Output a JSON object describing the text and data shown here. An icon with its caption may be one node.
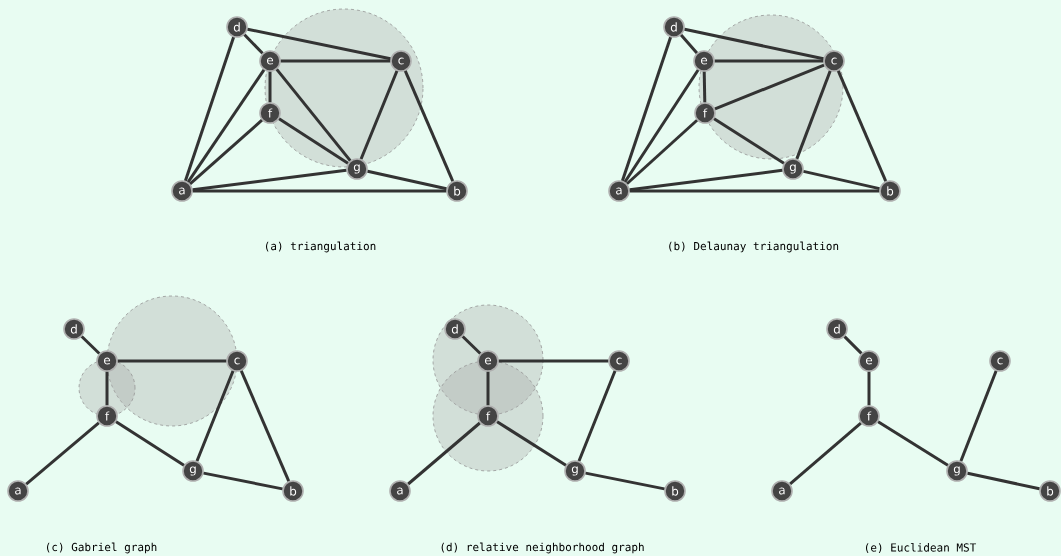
{
  "diagram": {
    "nodes": [
      {
        "text": [
          "d"
        ]
      },
      {
        "text": [
          "e"
        ]
      },
      {
        "text": [
          "c"
        ]
      },
      {
        "text": [
          "f"
        ]
      },
      {
        "text": [
          "g"
        ]
      },
      {
        "text": [
          "a"
        ]
      },
      {
        "text": [
          "b"
        ]
      },
      {
        "text": [
          "d"
        ]
      },
      {
        "text": [
          "e"
        ]
      },
      {
        "text": [
          "c"
        ]
      },
      {
        "text": [
          "f"
        ]
      },
      {
        "text": [
          "g"
        ]
      },
      {
        "text": [
          "a"
        ]
      },
      {
        "text": [
          "b"
        ]
      },
      {
        "text": [
          "d"
        ]
      },
      {
        "text": [
          "e"
        ]
      },
      {
        "text": [
          "c"
        ]
      },
      {
        "text": [
          "f"
        ]
      },
      {
        "text": [
          "g"
        ]
      },
      {
        "text": [
          "a"
        ]
      },
      {
        "text": [
          "b"
        ]
      },
      {
        "text": [
          "d"
        ]
      },
      {
        "text": [
          "e"
        ]
      },
      {
        "text": [
          "c"
        ]
      },
      {
        "text": [
          "f"
        ]
      },
      {
        "text": [
          "g"
        ]
      },
      {
        "text": [
          "a"
        ]
      },
      {
        "text": [
          "b"
        ]
      },
      {
        "text": [
          "d"
        ]
      },
      {
        "text": [
          "e"
        ]
      },
      {
        "text": [
          "c"
        ]
      },
      {
        "text": [
          "f"
        ]
      },
      {
        "text": [
          "g"
        ]
      },
      {
        "text": [
          "a"
        ]
      },
      {
        "text": [
          "b"
        ]
      }
    ],
    "edges": [
      {
        "from": 0,
        "to": 1,
        "arrow": "none"
      },
      {
        "from": 0,
        "to": 2,
        "arrow": "none"
      },
      {
        "from": 0,
        "to": 5,
        "arrow": "none"
      },
      {
        "from": 1,
        "to": 2,
        "arrow": "none"
      },
      {
        "from": 1,
        "to": 3,
        "arrow": "none"
      },
      {
        "from": 1,
        "to": 5,
        "arrow": "none"
      },
      {
        "from": 1,
        "to": 4,
        "arrow": "none"
      },
      {
        "from": 3,
        "to": 5,
        "arrow": "none"
      },
      {
        "from": 3,
        "to": 4,
        "arrow": "none"
      },
      {
        "from": 2,
        "to": 4,
        "arrow": "none"
      },
      {
        "from": 2,
        "to": 6,
        "arrow": "none"
      },
      {
        "from": 4,
        "to": 5,
        "arrow": "none"
      },
      {
        "from": 4,
        "to": 6,
        "arrow": "none"
      },
      {
        "from": 5,
        "to": 6,
        "arrow": "none"
      },
      {
        "from": 7,
        "to": 8,
        "arrow": "none"
      },
      {
        "from": 7,
        "to": 9,
        "arrow": "none"
      },
      {
        "from": 7,
        "to": 12,
        "arrow": "none"
      },
      {
        "from": 8,
        "to": 9,
        "arrow": "none"
      },
      {
        "from": 8,
        "to": 10,
        "arrow": "none"
      },
      {
        "from": 8,
        "to": 12,
        "arrow": "none"
      },
      {
        "from": 10,
        "to": 9,
        "arrow": "none"
      },
      {
        "from": 10,
        "to": 12,
        "arrow": "none"
      },
      {
        "from": 10,
        "to": 11,
        "arrow": "none"
      },
      {
        "from": 9,
        "to": 11,
        "arrow": "none"
      },
      {
        "from": 9,
        "to": 13,
        "arrow": "none"
      },
      {
        "from": 11,
        "to": 12,
        "arrow": "none"
      },
      {
        "from": 11,
        "to": 13,
        "arrow": "none"
      },
      {
        "from": 12,
        "to": 13,
        "arrow": "none"
      },
      {
        "from": 14,
        "to": 15,
        "arrow": "none"
      },
      {
        "from": 15,
        "to": 16,
        "arrow": "none"
      },
      {
        "from": 15,
        "to": 17,
        "arrow": "none"
      },
      {
        "from": 17,
        "to": 19,
        "arrow": "none"
      },
      {
        "from": 17,
        "to": 18,
        "arrow": "none"
      },
      {
        "from": 16,
        "to": 18,
        "arrow": "none"
      },
      {
        "from": 16,
        "to": 20,
        "arrow": "none"
      },
      {
        "from": 18,
        "to": 20,
        "arrow": "none"
      },
      {
        "from": 21,
        "to": 22,
        "arrow": "none"
      },
      {
        "from": 22,
        "to": 23,
        "arrow": "none"
      },
      {
        "from": 22,
        "to": 24,
        "arrow": "none"
      },
      {
        "from": 24,
        "to": 26,
        "arrow": "none"
      },
      {
        "from": 24,
        "to": 25,
        "arrow": "none"
      },
      {
        "from": 23,
        "to": 25,
        "arrow": "none"
      },
      {
        "from": 25,
        "to": 27,
        "arrow": "none"
      },
      {
        "from": 28,
        "to": 29,
        "arrow": "none"
      },
      {
        "from": 29,
        "to": 31,
        "arrow": "none"
      },
      {
        "from": 31,
        "to": 33,
        "arrow": "none"
      },
      {
        "from": 31,
        "to": 32,
        "arrow": "none"
      },
      {
        "from": 32,
        "to": 30,
        "arrow": "none"
      },
      {
        "from": 32,
        "to": 34,
        "arrow": "none"
      }
    ],
    "labels": [
      "(a) triangulation",
      "(b) Delaunay triangulation",
      "(c) Gabriel graph",
      "(d) relative neighborhood graph",
      "(e) Euclidean MST"
    ]
  }
}
